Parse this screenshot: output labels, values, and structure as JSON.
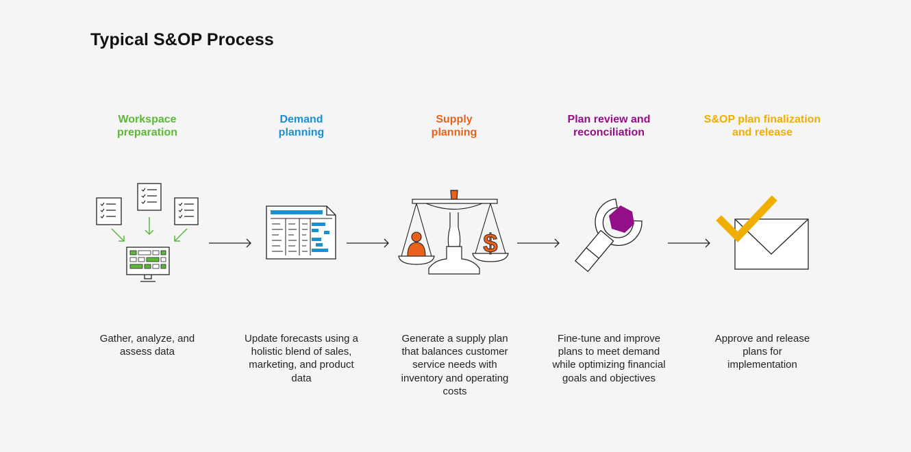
{
  "title": "Typical S&OP Process",
  "colors": {
    "workspace": "#5db83a",
    "demand": "#1b8fd1",
    "supply": "#e8621c",
    "review": "#930f87",
    "finalization": "#f0ae00",
    "line": "#222222"
  },
  "steps": [
    {
      "title": "Workspace\npreparation",
      "description": "Gather, analyze, and assess data",
      "icon": "checklists-to-monitor-icon"
    },
    {
      "title": "Demand\nplanning",
      "description": "Update forecasts using a holistic blend of sales, marketing, and product data",
      "icon": "spreadsheet-icon"
    },
    {
      "title": "Supply\nplanning",
      "description": "Generate a supply plan that balances customer service needs with inventory and operating costs",
      "icon": "balance-scale-icon"
    },
    {
      "title": "Plan review and\nreconciliation",
      "description": "Fine-tune and improve plans to meet demand while optimizing financial goals and objectives",
      "icon": "wrench-icon"
    },
    {
      "title": "S&OP plan finalization\nand release",
      "description": "Approve and release plans for implementation",
      "icon": "envelope-checkmark-icon"
    }
  ]
}
